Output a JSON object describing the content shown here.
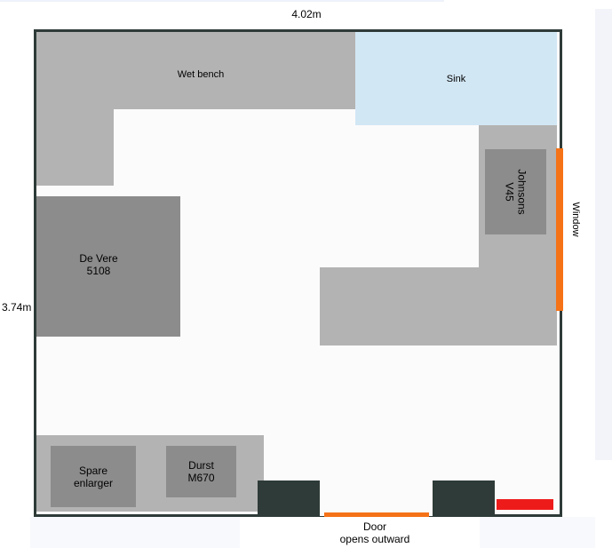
{
  "dimensions": {
    "width_label": "4.02m",
    "height_label": "3.74m"
  },
  "fixtures": {
    "wet_bench": "Wet bench",
    "sink": "Sink",
    "de_vere": [
      "De Vere",
      "5108"
    ],
    "johnsons": [
      "Johnsons",
      "V45"
    ],
    "spare_enlarger": [
      "Spare",
      "enlarger"
    ],
    "durst": [
      "Durst",
      "M670"
    ]
  },
  "openings": {
    "window": "Window",
    "door": [
      "Door",
      "opens outward"
    ]
  },
  "colors": {
    "wall": "#2e3b38",
    "bench": "#b3b3b3",
    "enlarger": "#8c8c8c",
    "sink": "#d2e7f4",
    "window": "#f57217",
    "door": "#f57217",
    "heater": "#ee1b1b"
  }
}
